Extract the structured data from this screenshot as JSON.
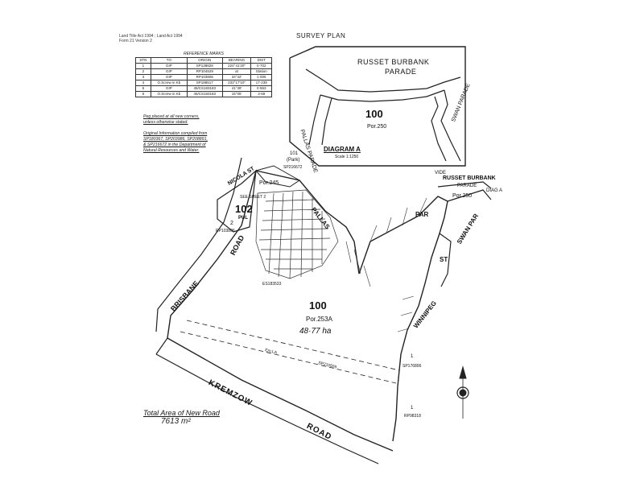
{
  "header": {
    "line1": "Land Title Act 1994 ; Land Act 1994",
    "line2": "Form 21 Version 2",
    "title": "SURVEY PLAN"
  },
  "reference_marks": {
    "title": "REFERENCE MARKS",
    "columns": [
      "STN",
      "TO",
      "ORIGIN",
      "BEARING",
      "DIST"
    ],
    "rows": [
      [
        "1",
        "GIP",
        "SP138828",
        "224°41'20\"",
        "0·702"
      ],
      [
        "2",
        "GIP",
        "RP104529",
        "at",
        "Station"
      ],
      [
        "3",
        "GIP",
        "RP103806",
        "34°42'",
        "1·005"
      ],
      [
        "4",
        "O.Screw in Kb",
        "SP188517",
        "233°17'10\"",
        "17·239"
      ],
      [
        "5",
        "GIP",
        "45/CS183183",
        "41°49'",
        "0·553"
      ],
      [
        "6",
        "O.Screw in Kb",
        "45/CS183183",
        "15°05'",
        "3·69"
      ]
    ]
  },
  "notes": {
    "line1": "Peg placed at all new corners,",
    "line2": "unless otherwise stated.",
    "line3": "Original Information compiled from",
    "line4": "SP180367, SP203986, SP208891,",
    "line5": "& SP216672 in the Department of",
    "line6": "Natural Resources and Water."
  },
  "diagram": {
    "road_top": "RUSSET BURBANK",
    "road_top2": "PARADE",
    "left_road": "PALLAS PARADE",
    "right_road": "SWAN PARADE",
    "lot": "100",
    "portion": "Por.250",
    "title": "DIAGRAM A",
    "scale": "Scale 1:1250"
  },
  "plan": {
    "park_lot": "101",
    "park_label": "(Park)",
    "park_ref": "SP216672",
    "nicola": "NICOLA ST",
    "por245": "Por.245",
    "see_sheet": "SEE SHEET 2",
    "lot102": "102",
    "pul": "PUL",
    "lot2": "2",
    "lot2_ref": "RP103806",
    "pallas": "PALLAS",
    "par": "PAR",
    "russet": "RUSSET BURBANK",
    "parade": "PARADE",
    "vide": "VIDE",
    "diag_a": "DIAG A",
    "por250": "Por.250",
    "swan_par": "SWAN PAR",
    "st": "ST",
    "winnipeg": "WINNIPEG",
    "brisbane": "BRISBANE",
    "road": "ROAD",
    "kremzow": "KREMZOW",
    "kremzow_road": "ROAD",
    "lot100": "100",
    "por253a": "Por.253A",
    "area": "48·77 ha",
    "easement": "Em.LA",
    "ref_sp": "SP210509",
    "ref_es": "ES183533",
    "ref_sp176896": "SP176896",
    "ref_rp": "RP98318",
    "lot1a": "1",
    "lot1b": "1"
  },
  "total": {
    "label": "Total Area of New Road",
    "value": "7613 m²"
  }
}
